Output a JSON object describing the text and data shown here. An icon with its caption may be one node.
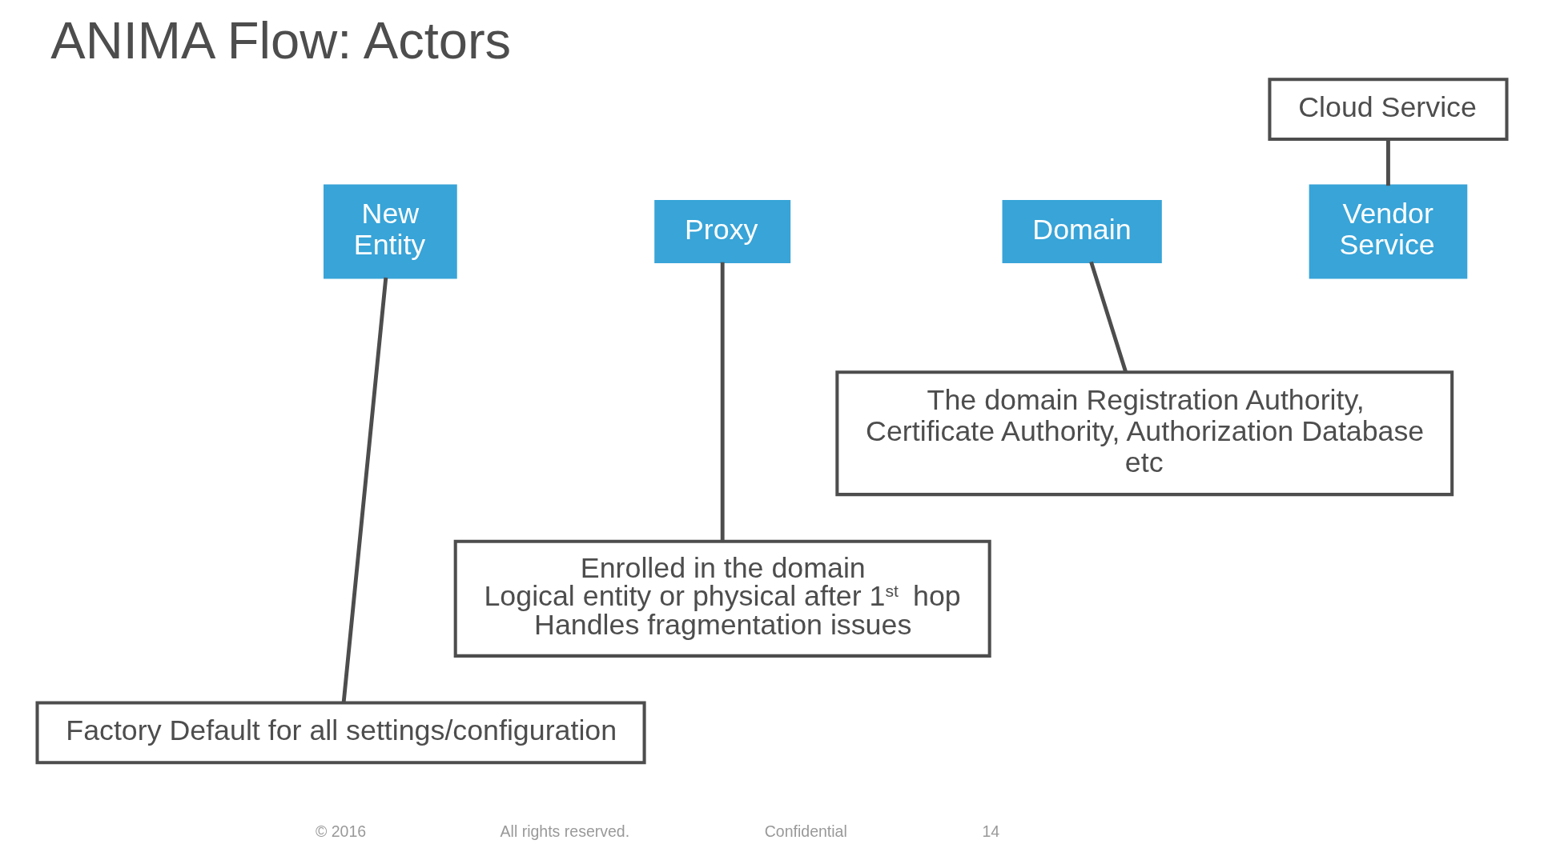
{
  "diagram": {
    "title": "ANIMA Flow: Actors",
    "nodes": [
      {
        "text": [
          "Cloud Service"
        ]
      },
      {
        "text": [
          "New Entity"
        ]
      },
      {
        "text": [
          "Proxy"
        ]
      },
      {
        "text": [
          "Domain"
        ]
      },
      {
        "text": [
          "Vendor Service"
        ]
      },
      {
        "text": [
          "The domain Registration Authority, Certificate Authority, Authorization Database etc"
        ]
      },
      {
        "text": [
          "Enrolled in the domain",
          "Logical entity or physical after 1$^{st}$ hop",
          "Handles fragmentation issues"
        ]
      },
      {
        "text": [
          "Factory Default for all settings/configuration"
        ]
      }
    ],
    "edges": [
      {
        "from": 0,
        "to": 4,
        "arrow": "none"
      },
      {
        "from": 1,
        "to": 7,
        "arrow": "none"
      },
      {
        "from": 2,
        "to": 6,
        "arrow": "none"
      },
      {
        "from": 3,
        "to": 5,
        "arrow": "none"
      }
    ],
    "labels": [
      "© 2016",
      "All rights reserved.",
      "Confidential",
      "14"
    ]
  }
}
